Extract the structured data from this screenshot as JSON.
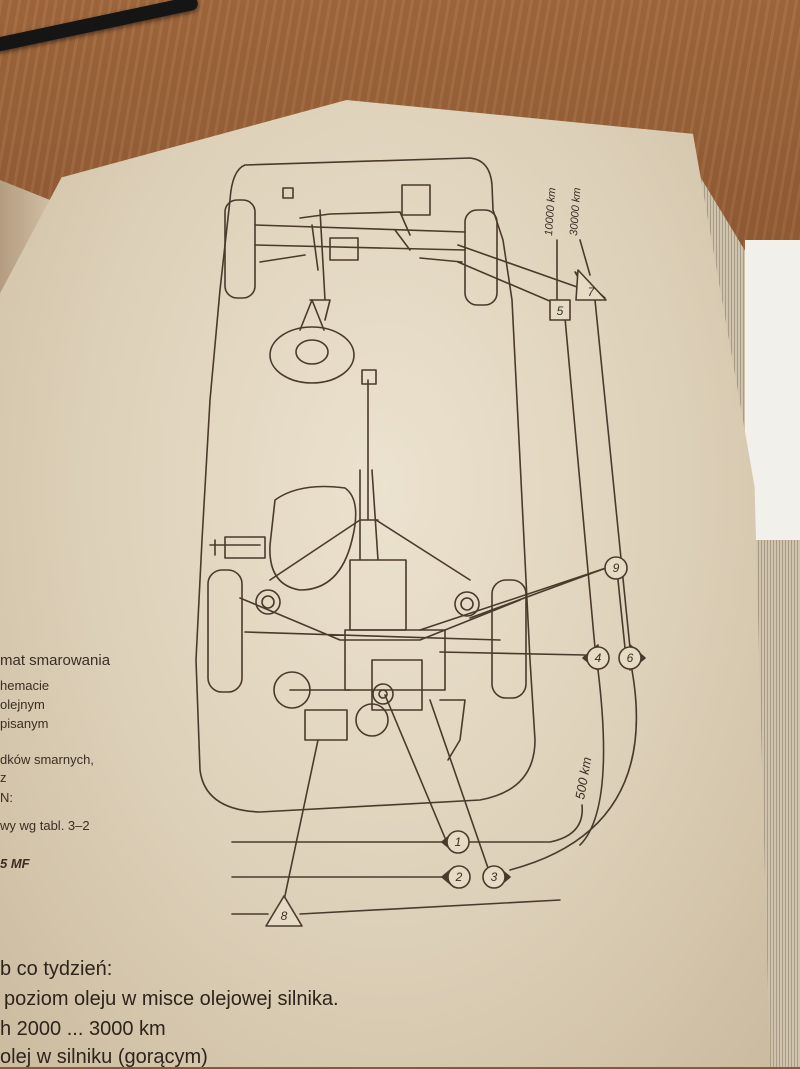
{
  "diagram": {
    "intervals": {
      "km_10000": "10000 km",
      "km_30000": "30000 km",
      "km_500": "500 km"
    },
    "markers": {
      "m1": "1",
      "m2": "2",
      "m3": "3",
      "m4": "4",
      "m5": "5",
      "m6": "6",
      "m7": "7",
      "m8": "8",
      "m9": "9"
    }
  },
  "legend": {
    "title": "mat smarowania",
    "line1": "hemacie",
    "line2": "olejnym",
    "line3": "pisanym",
    "line4": "dków smarnych,",
    "line5": "z",
    "line6": "N:",
    "line7": "wy wg tabl. 3–2",
    "line8": "5 MF"
  },
  "body": {
    "line1": "b co tydzień:",
    "line2": "poziom oleju w misce olejowej silnika.",
    "line3": "h 2000 ... 3000 km",
    "line4": "olej w silniku (gorącym)"
  }
}
